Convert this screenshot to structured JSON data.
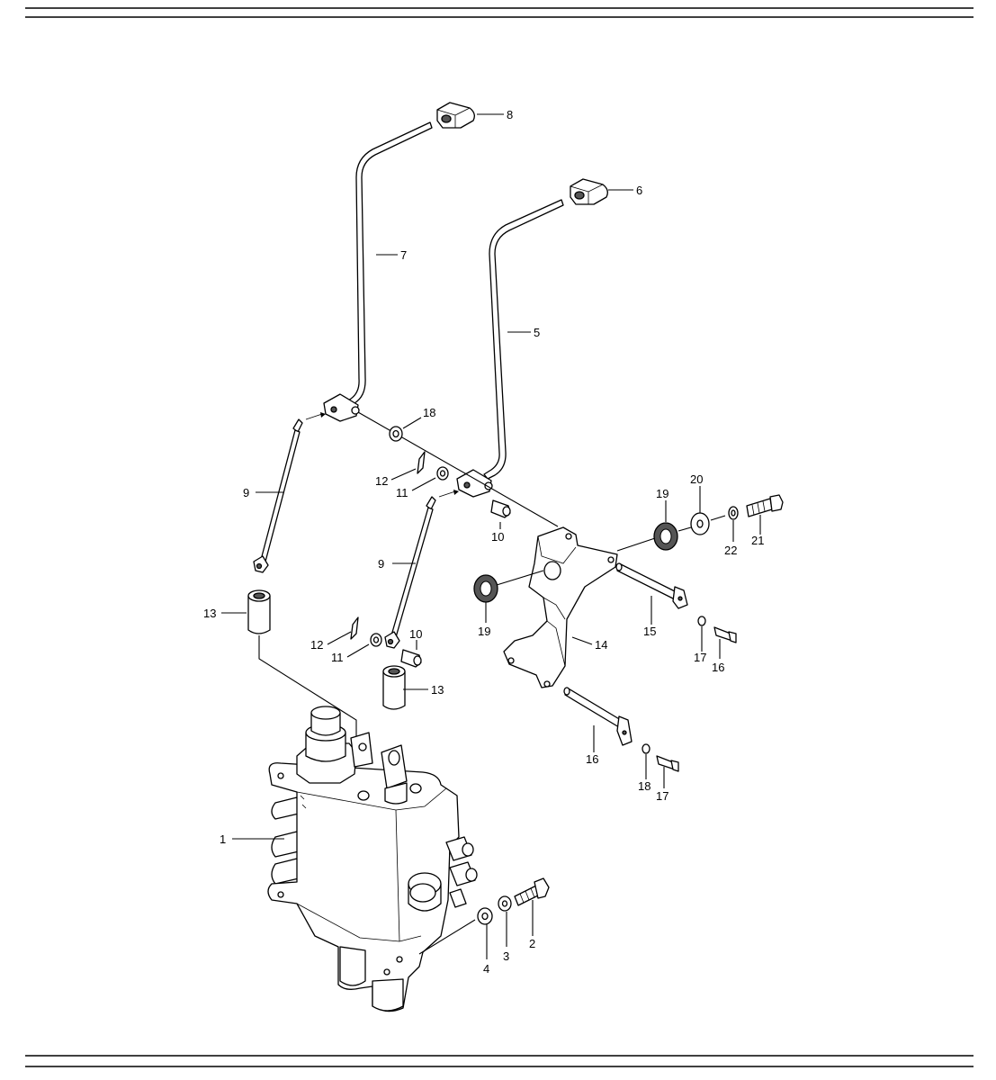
{
  "diagram": {
    "type": "exploded-parts-diagram",
    "callouts": [
      {
        "id": "callout-1",
        "text": "1"
      },
      {
        "id": "callout-2",
        "text": "2"
      },
      {
        "id": "callout-3",
        "text": "3"
      },
      {
        "id": "callout-4",
        "text": "4"
      },
      {
        "id": "callout-5",
        "text": "5"
      },
      {
        "id": "callout-6",
        "text": "6"
      },
      {
        "id": "callout-7",
        "text": "7"
      },
      {
        "id": "callout-8",
        "text": "8"
      },
      {
        "id": "callout-9a",
        "text": "9"
      },
      {
        "id": "callout-9b",
        "text": "9"
      },
      {
        "id": "callout-10a",
        "text": "10"
      },
      {
        "id": "callout-10b",
        "text": "10"
      },
      {
        "id": "callout-11a",
        "text": "11"
      },
      {
        "id": "callout-11b",
        "text": "11"
      },
      {
        "id": "callout-12a",
        "text": "12"
      },
      {
        "id": "callout-12b",
        "text": "12"
      },
      {
        "id": "callout-13a",
        "text": "13"
      },
      {
        "id": "callout-13b",
        "text": "13"
      },
      {
        "id": "callout-14",
        "text": "14"
      },
      {
        "id": "callout-15",
        "text": "15"
      },
      {
        "id": "callout-16a",
        "text": "16"
      },
      {
        "id": "callout-16b",
        "text": "16"
      },
      {
        "id": "callout-17a",
        "text": "17"
      },
      {
        "id": "callout-17b",
        "text": "17"
      },
      {
        "id": "callout-18a",
        "text": "18"
      },
      {
        "id": "callout-18b",
        "text": "18"
      },
      {
        "id": "callout-19a",
        "text": "19"
      },
      {
        "id": "callout-19b",
        "text": "19"
      },
      {
        "id": "callout-20",
        "text": "20"
      },
      {
        "id": "callout-21",
        "text": "21"
      },
      {
        "id": "callout-22",
        "text": "22"
      }
    ]
  }
}
